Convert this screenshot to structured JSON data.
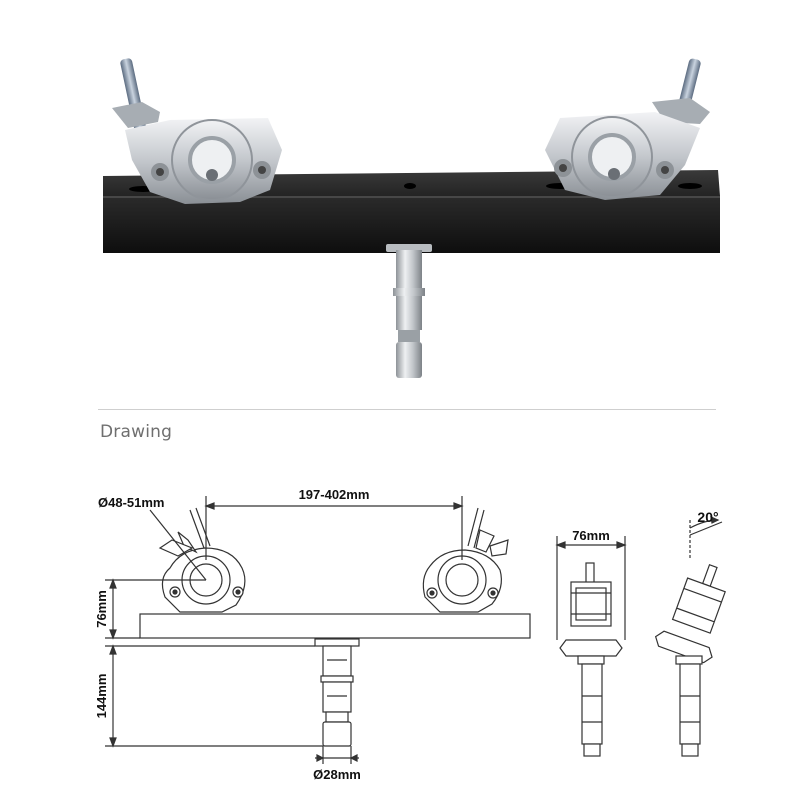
{
  "section": {
    "title": "Drawing"
  },
  "dimensions": {
    "clamp_diameter": "Ø48-51mm",
    "clamp_spacing": "197-402mm",
    "bar_height": "76mm",
    "spigot_length": "144mm",
    "spigot_diameter": "Ø28mm",
    "side_width": "76mm",
    "tilt_angle": "20°"
  },
  "colors": {
    "bar": "#1c1c1c",
    "clamp_metal": "#c9ccd0",
    "spigot_metal": "#cfd3d6",
    "line": "#333333",
    "divider": "#cfcfcf"
  }
}
